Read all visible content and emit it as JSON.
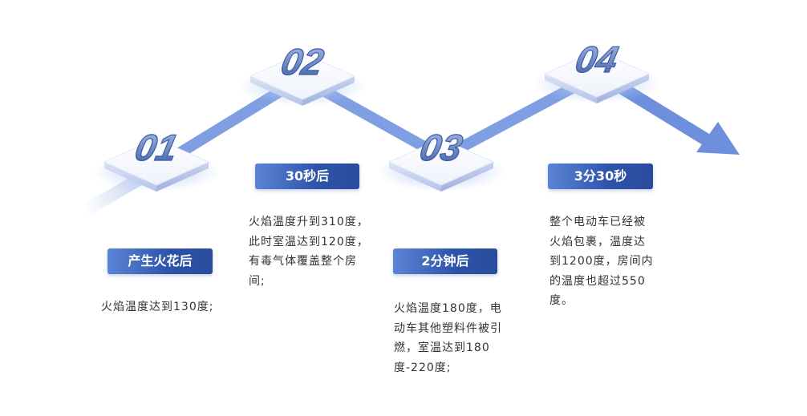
{
  "stages": [
    {
      "number": "01",
      "label": "产生火花后",
      "desc": "火焰温度达到130度;"
    },
    {
      "number": "02",
      "label": "30秒后",
      "desc": "火焰温度升到310度，此时室温达到120度，有毒气体覆盖整个房间;"
    },
    {
      "number": "03",
      "label": "2分钟后",
      "desc": "火焰温度180度，电动车其他塑料件被引燃，室温达到180度-220度;"
    },
    {
      "number": "04",
      "label": "3分30秒",
      "desc": "整个电动车已经被火焰包裹，温度达到1200度，房间内的温度也超过550度。"
    }
  ],
  "colors": {
    "path": "#7b9be0",
    "label_bg": "#2d53a8",
    "digit": "#4e6fb8"
  }
}
